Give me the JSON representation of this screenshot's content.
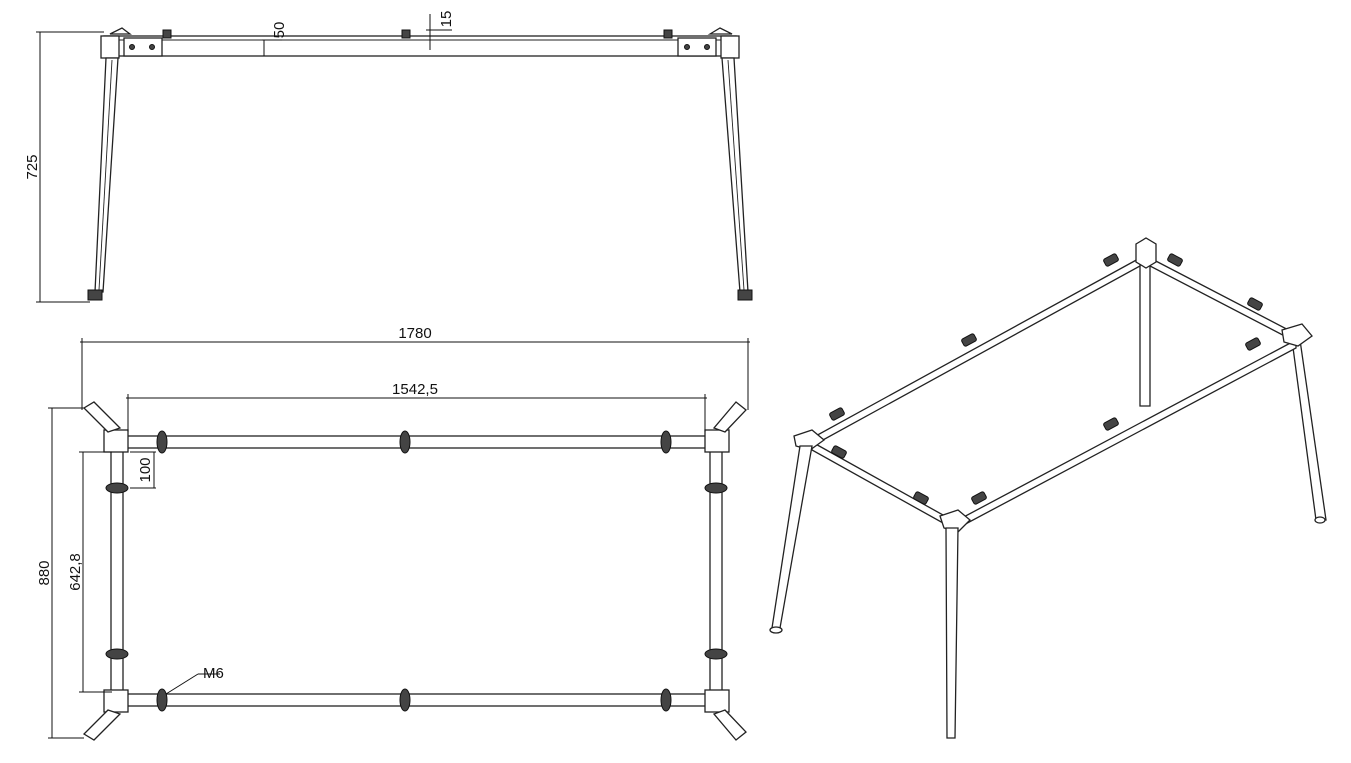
{
  "diagram": {
    "views": [
      "front-elevation",
      "top-plan",
      "isometric"
    ],
    "dimensions": {
      "height": "725",
      "top_tube": "50",
      "tube_gap": "15",
      "overall_length": "1780",
      "inner_length": "1542,5",
      "overall_width": "880",
      "inner_width": "642,8",
      "clamp_offset": "100",
      "thread": "M6"
    },
    "colors": {
      "line": "#222222",
      "background": "#ffffff"
    }
  }
}
